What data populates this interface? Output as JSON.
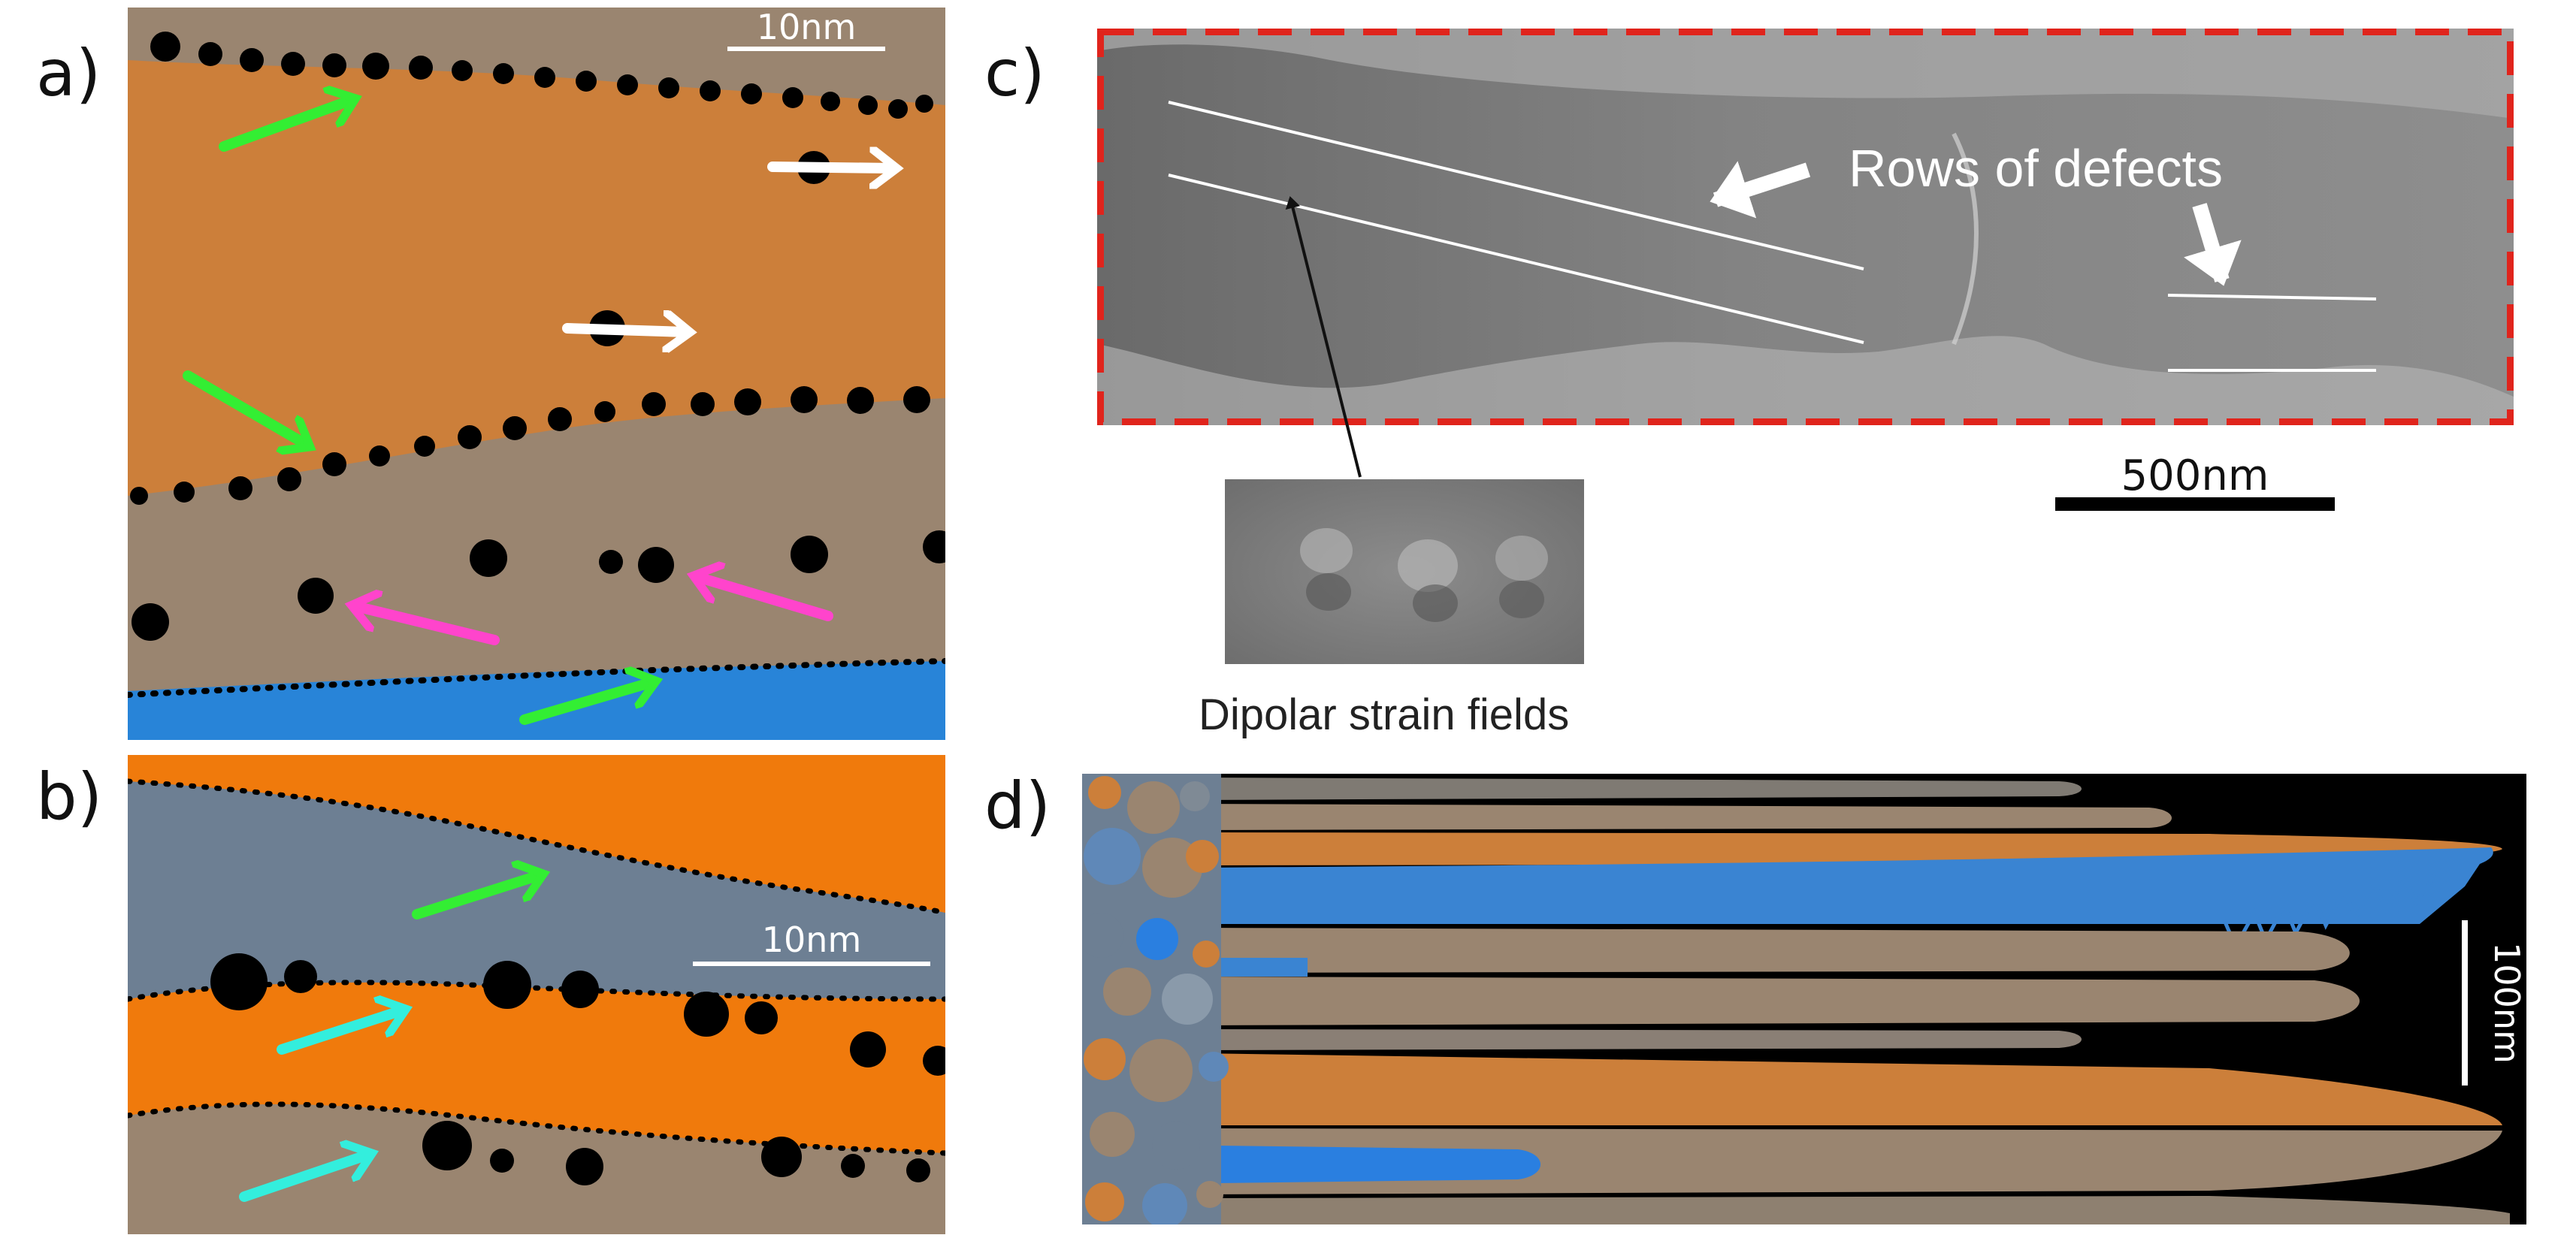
{
  "panels": {
    "a": {
      "letter": "a)",
      "scale_label": "10nm"
    },
    "b": {
      "letter": "b)",
      "scale_label": "10nm"
    },
    "c": {
      "letter": "c)",
      "rows_label": "Rows of defects",
      "scale_label": "500nm",
      "inset_caption": "Dipolar strain fields"
    },
    "d": {
      "letter": "d)",
      "scale_label": "100nm"
    }
  },
  "colors": {
    "orange_grain": "#cc7f3a",
    "gray_grain": "#9a8570",
    "slate_grain": "#6d7f93",
    "bright_orange": "#f07a0c",
    "blue_grain": "#2884d8",
    "dark_bg": "#000000",
    "green_arrow": "#33ee33",
    "white_arrow": "#ffffff",
    "magenta_arrow": "#ff44cc",
    "cyan_arrow": "#33eedd",
    "dashed_border": "#e0241c"
  }
}
